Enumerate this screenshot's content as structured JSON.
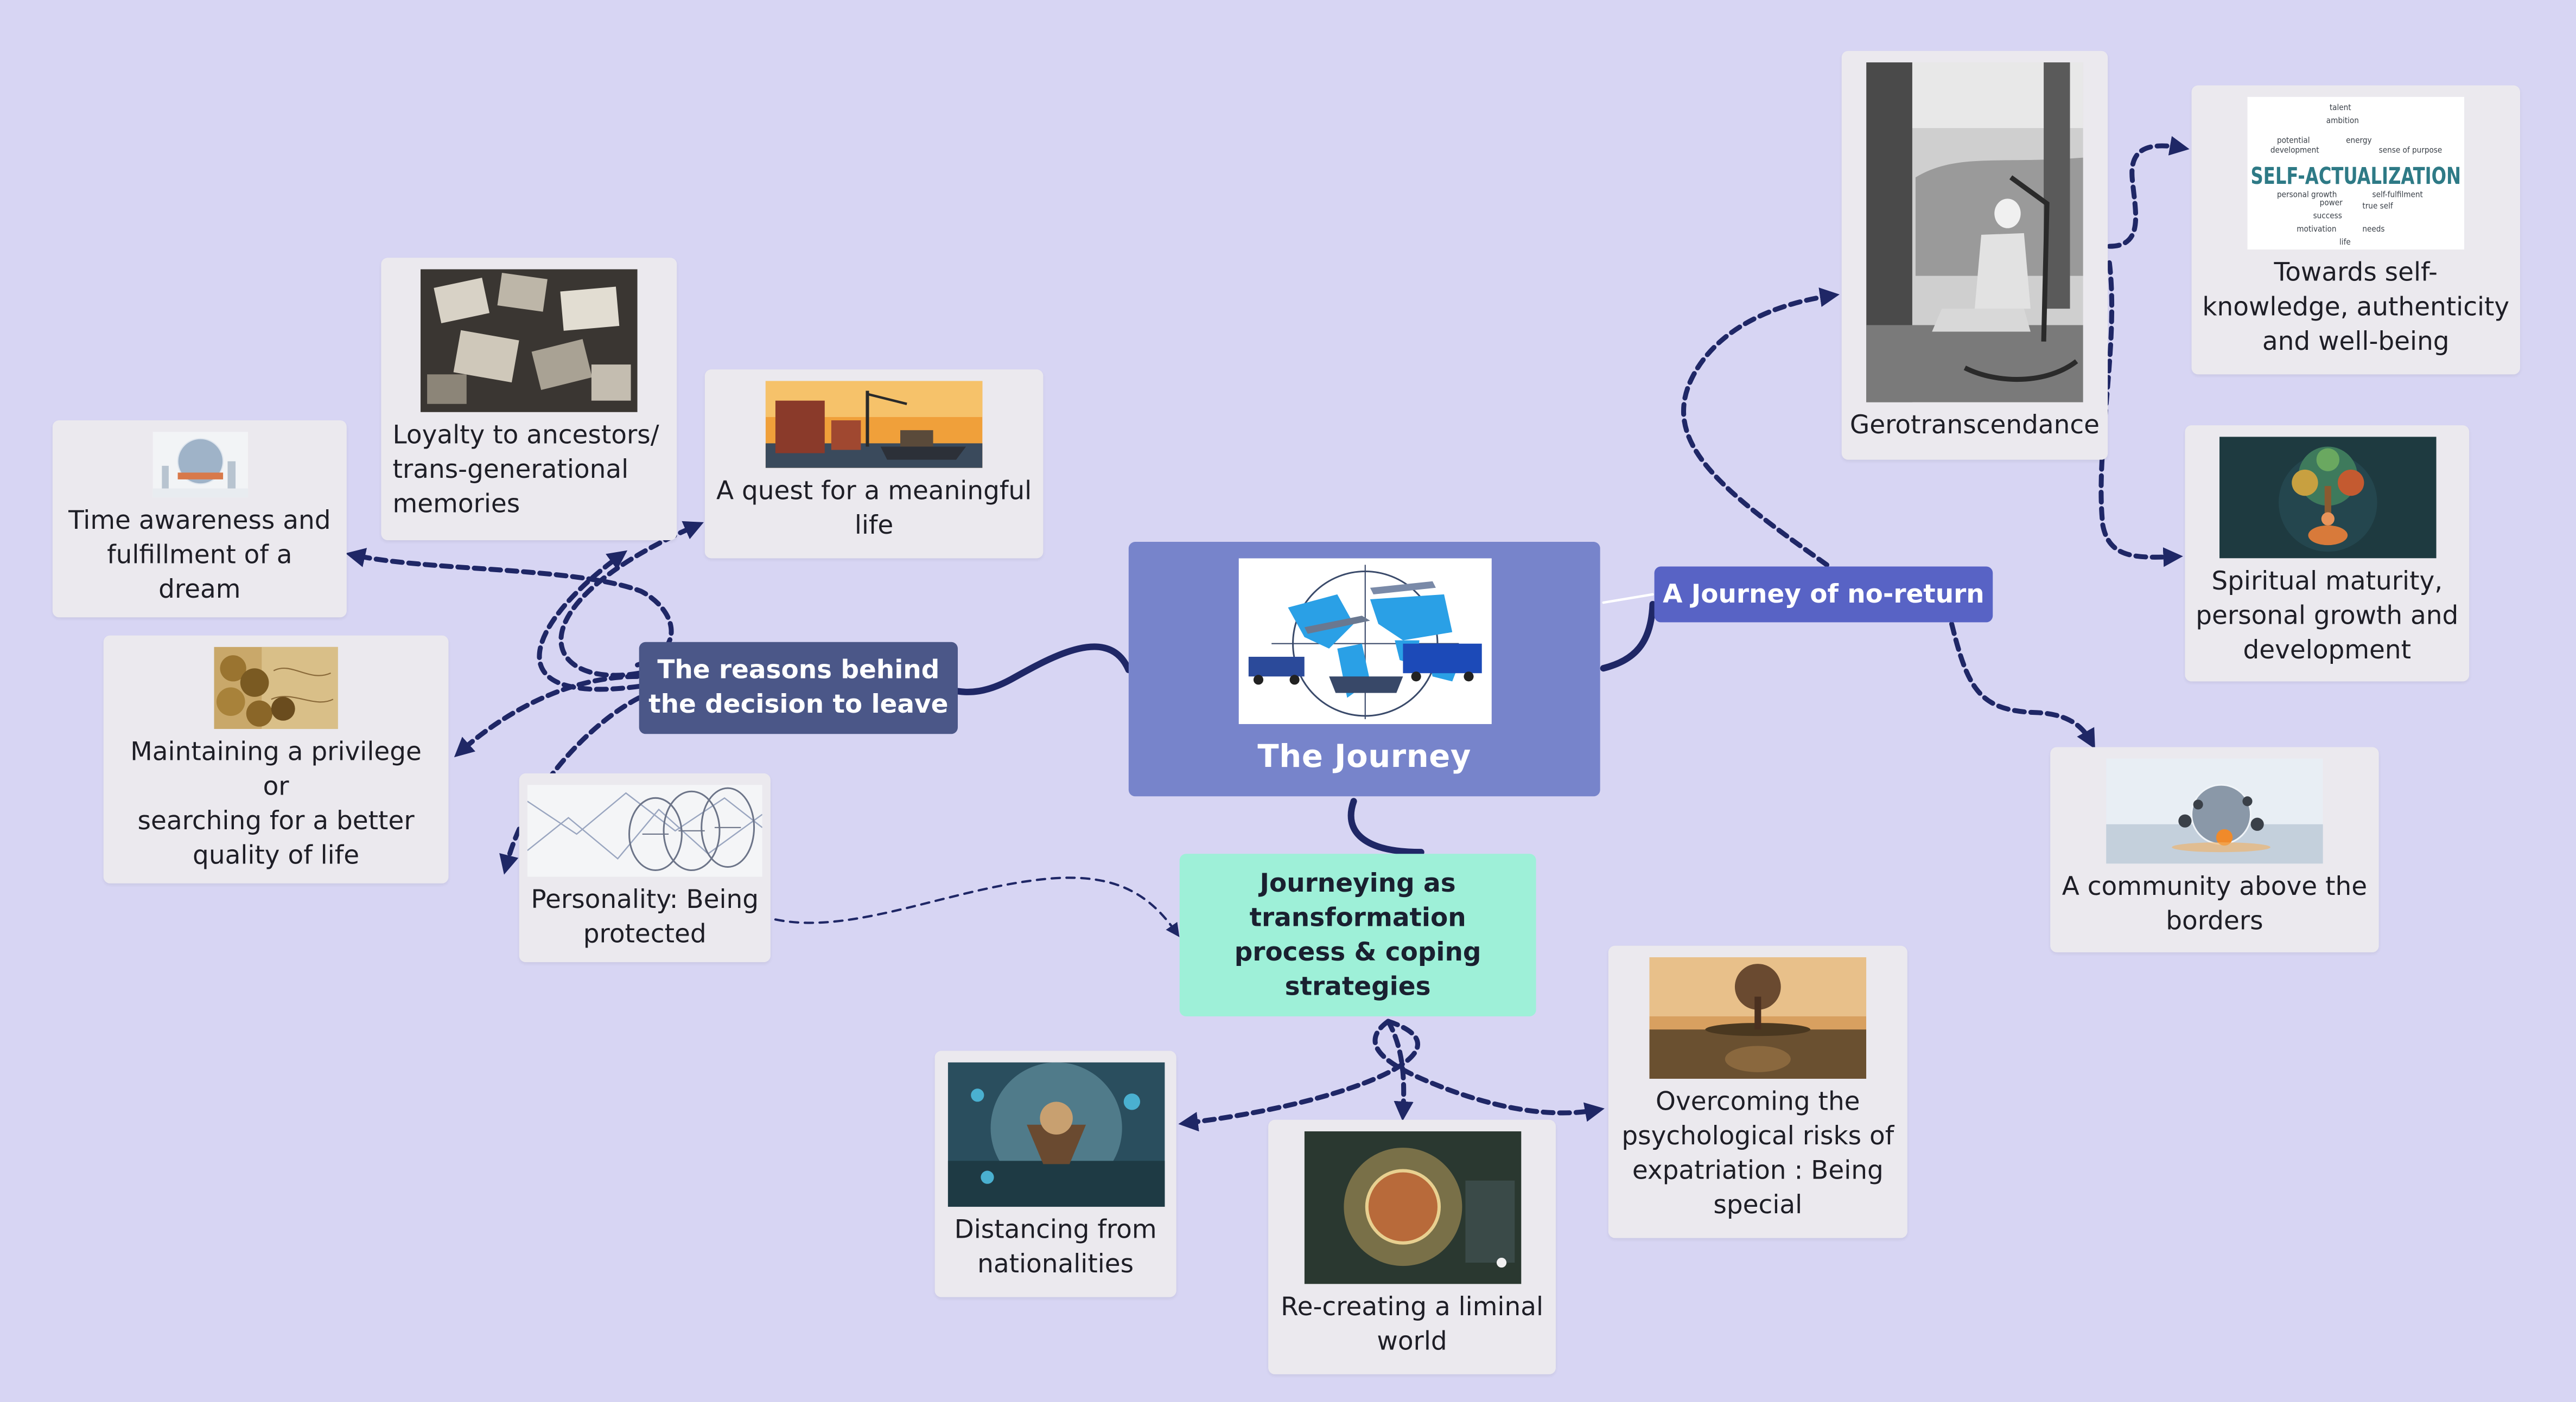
{
  "central": {
    "label": "The Journey"
  },
  "branches": {
    "reasons": {
      "label": "The reasons behind\nthe decision to leave"
    },
    "no_return": {
      "label": "A Journey of no-return"
    },
    "transformation": {
      "label": "Journeying as\ntransformation\nprocess &  coping\nstrategies"
    }
  },
  "topics": {
    "time_awareness": "Time awareness and\nfulfillment of a dream",
    "loyalty": "Loyalty to ancestors/\ntrans-generational\nmemories",
    "quest": "A quest for a meaningful\nlife",
    "privilege": "Maintaining a privilege or\nsearching for a better\nquality of life",
    "personality": "Personality: Being\nprotected",
    "gerotranscendance": "Gerotranscendance",
    "self_knowledge": "Towards self-\nknowledge, authenticity\nand well-being",
    "spiritual": "Spiritual maturity,\npersonal growth and\ndevelopment",
    "community": "A community above the\nborders",
    "overcoming": "Overcoming the\npsychological risks of\nexpatriation : Being\nspecial",
    "distancing": "Distancing from\nnationalities",
    "liminal": "Re-creating a liminal\nworld"
  },
  "wordcloud": {
    "title": "SELF-ACTUALIZATION",
    "words": [
      "talent",
      "ambition",
      "potential",
      "energy",
      "development",
      "sense of purpose",
      "personal growth",
      "self-fulfilment",
      "power",
      "true self",
      "success",
      "motivation",
      "needs",
      "life"
    ]
  },
  "colors": {
    "background": "#d7d5f3",
    "central": "#7784cb",
    "reasons": "#4b5788",
    "no_return": "#5863c5",
    "transformation": "#9ef0d8",
    "connector": "#1f2766",
    "card": "#ebe9ee"
  }
}
